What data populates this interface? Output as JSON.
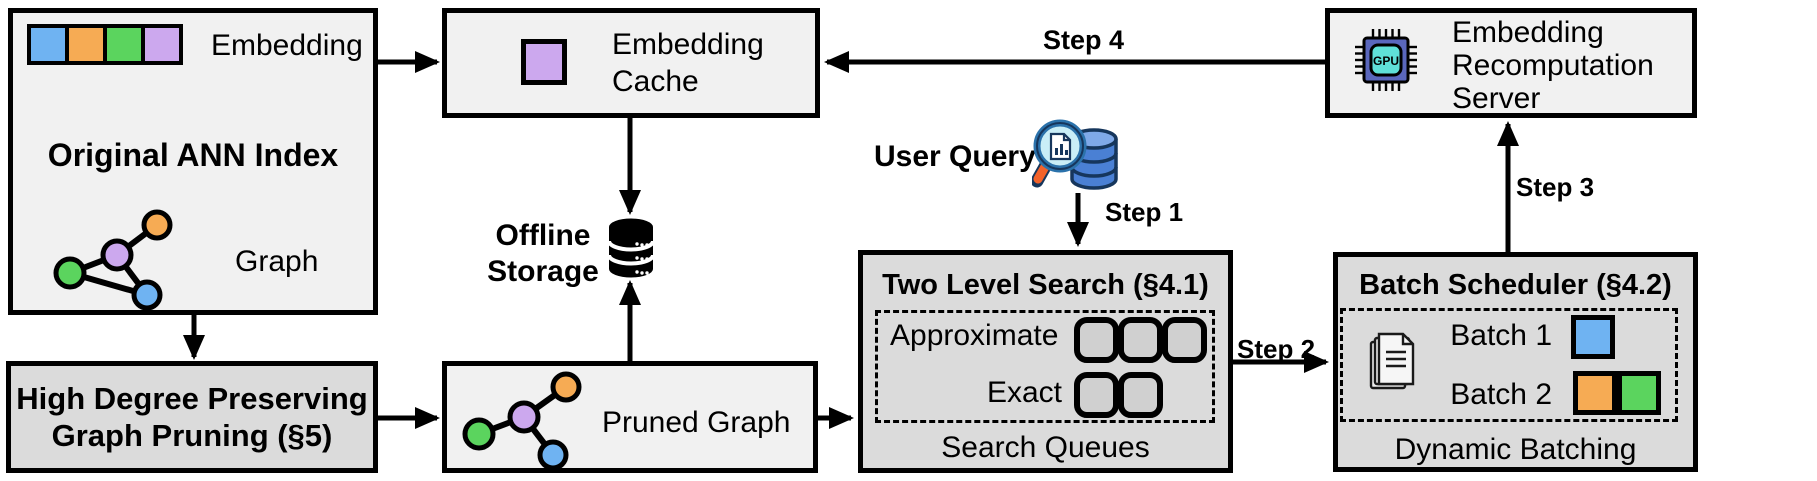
{
  "colors": {
    "blue": "#6FB3F2",
    "orange": "#F6AB54",
    "green": "#5BD45E",
    "purple": "#CCA8EE",
    "box_light": "#F1F1F1",
    "box_dark": "#DBDBDB",
    "queue_fill": "#D0D0D0",
    "outline": "#000000",
    "gpu_body": "#5A67BD",
    "gpu_core": "#5FE0D8",
    "db_blue": "#4A80D4",
    "db_blue_light": "#7FA9E8",
    "lens_fill": "#C9EEF7",
    "lens_rim": "#2B72AB",
    "handle_orange": "#F2622A"
  },
  "original_index": {
    "embedding_label": "Embedding",
    "title": "Original ANN Index",
    "graph_label": "Graph"
  },
  "embedding_cache": {
    "line1": "Embedding",
    "line2": "Cache"
  },
  "offline_storage": {
    "line1": "Offline",
    "line2": "Storage"
  },
  "graph_pruning": {
    "line1": "High Degree Preserving",
    "line2": "Graph Pruning (§5)"
  },
  "pruned_graph": {
    "label": "Pruned Graph"
  },
  "user_query": {
    "label": "User Query"
  },
  "two_level_search": {
    "title": "Two Level Search (§4.1)",
    "level1": "Approximate",
    "level2": "Exact",
    "caption": "Search Queues"
  },
  "batch_scheduler": {
    "title": "Batch Scheduler (§4.2)",
    "batch1": "Batch 1",
    "batch2": "Batch 2",
    "caption": "Dynamic Batching"
  },
  "recomputation_server": {
    "line1": "Embedding",
    "line2": "Recomputation",
    "line3": "Server"
  },
  "steps": {
    "s1": "Step 1",
    "s2": "Step 2",
    "s3": "Step 3",
    "s4": "Step 4"
  },
  "gpu_icon": {
    "label": "GPU"
  }
}
